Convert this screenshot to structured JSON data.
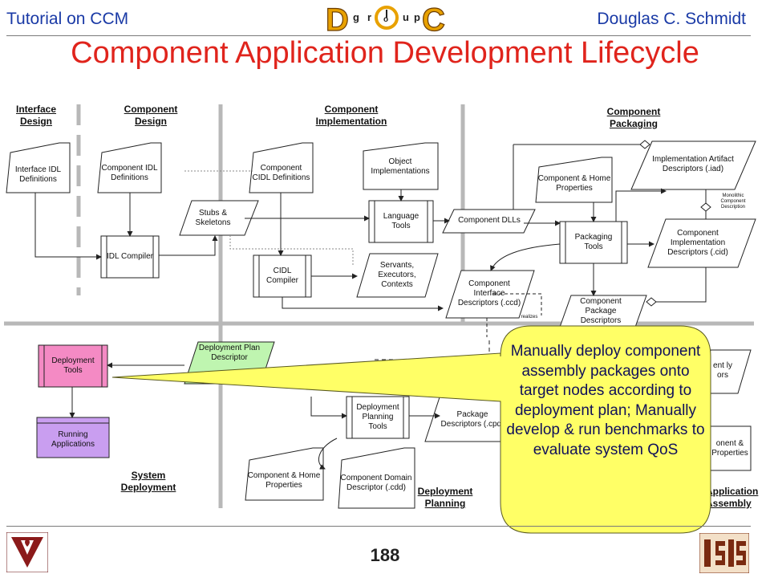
{
  "header": {
    "left_text": "Tutorial on CCM",
    "right_text": "Douglas C. Schmidt",
    "logo_letters": [
      "D",
      "g",
      "r",
      "o",
      "u",
      "p",
      "C"
    ]
  },
  "title": "Component Application Development Lifecycle",
  "sections": {
    "interface_design": "Interface Design",
    "component_design": "Component Design",
    "component_implementation": "Component Implementation",
    "component_packaging": "Component Packaging",
    "system_deployment": "System Deployment",
    "deployment_planning": "Deployment Planning",
    "application_assembly": "Application Assembly"
  },
  "nodes": {
    "interface_idl": "Interface IDL Definitions",
    "component_idl": "Component IDL Definitions",
    "idl_compiler": "IDL Compiler",
    "stubs_skeletons": "Stubs & Skeletons",
    "component_cidl": "Component CIDL Definitions",
    "cidl_compiler": "CIDL Compiler",
    "object_impls": "Object Implementations",
    "language_tools": "Language Tools",
    "servants": "Servants, Executors, Contexts",
    "component_dlls": "Component DLLs",
    "impl_artifact": "Implementation Artifact Descriptors (.iad)",
    "comp_home_props_top": "Component & Home Properties",
    "packaging_tools": "Packaging Tools",
    "comp_impl_desc": "Component Implementation Descriptors (.cid)",
    "comp_iface_desc": "Component Interface Descriptors (.ccd)",
    "comp_pkg_desc": "Component Package Descriptors",
    "deployment_tools": "Deployment Tools",
    "deployment_plan_desc": "Deployment Plan Descriptor",
    "running_apps": "Running Applications",
    "deployment_planning_tools": "Deployment Planning Tools",
    "pkg_descriptors_cpd": "Package Descriptors (.cpd)",
    "comp_home_props_bottom": "Component & Home Properties",
    "comp_domain_desc": "Component Domain Descriptor (.cdd)",
    "right_desc_partial": "ent ly ors",
    "right_props_partial": "onent & Properties"
  },
  "edge_labels": {
    "monolithic": "Monolithic Component Description",
    "realizes": "realizes"
  },
  "callout": {
    "text": "Manually deploy component assembly packages onto target nodes according to deployment plan; Manually develop & run benchmarks to evaluate system QoS"
  },
  "footer": {
    "page_number": "188"
  },
  "colors": {
    "header_text": "#1a3aa6",
    "title": "#e0241c",
    "callout_fill": "#ffff66",
    "callout_text": "#10105a",
    "deployment_tools_fill": "#f48ac4",
    "deployment_plan_fill": "#bff5b0",
    "running_apps_fill": "#c99ef0"
  }
}
